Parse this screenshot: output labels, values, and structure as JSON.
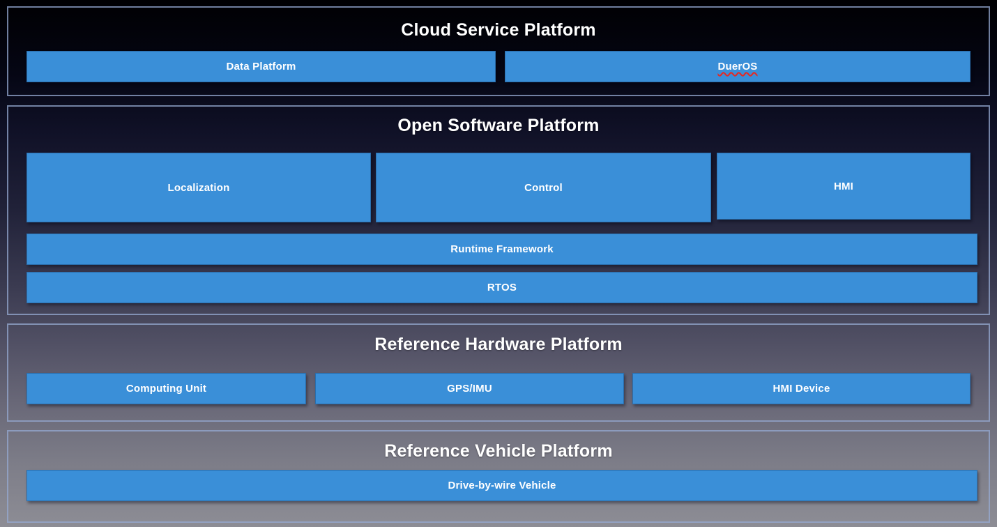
{
  "diagram": {
    "cloud": {
      "title": "Cloud Service Platform",
      "items": [
        "Data Platform",
        "DuerOS"
      ]
    },
    "software": {
      "title": "Open Software Platform",
      "modules": [
        "Localization",
        "Control",
        "HMI"
      ],
      "bars": [
        "Runtime Framework",
        "RTOS"
      ]
    },
    "hardware": {
      "title": "Reference Hardware Platform",
      "items": [
        "Computing Unit",
        "GPS/IMU",
        "HMI Device"
      ]
    },
    "vehicle": {
      "title": "Reference Vehicle Platform",
      "items": [
        "Drive-by-wire Vehicle"
      ]
    }
  },
  "colors": {
    "box_blue": "#3a8fd8",
    "layer_border": "#96aad2",
    "title_text": "#ffffff",
    "box_text": "#ffffff",
    "spellcheck_underline": "#e8271f"
  }
}
